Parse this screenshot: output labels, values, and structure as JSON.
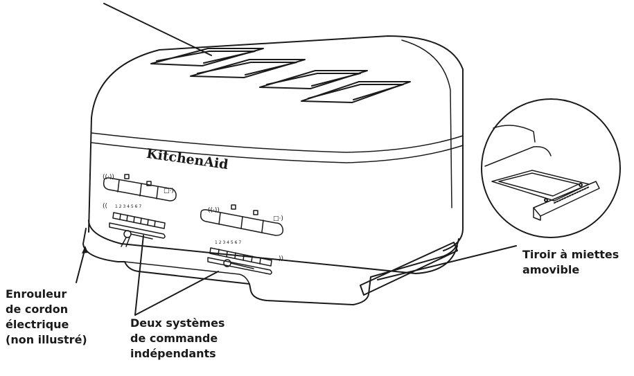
{
  "brand": "KitchenAid",
  "callouts": {
    "cord": "Enrouleur\nde cordon\nélectrique\n(non illustré)",
    "controls": "Deux systèmes\nde commande\nindépendants",
    "crumb_tray": "Tiroir à miettes\namovible"
  },
  "colors": {
    "line": "#1a1a1a",
    "background": "#ffffff"
  },
  "icons": [
    "bagel-icon",
    "defrost-icon",
    "keep-warm-icon",
    "cancel-icon",
    "lift-lever-icon"
  ]
}
